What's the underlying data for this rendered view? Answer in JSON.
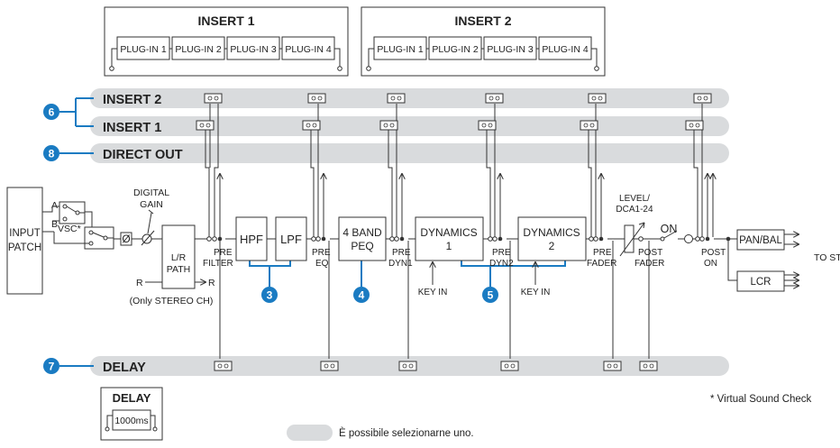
{
  "insert_boxes": [
    {
      "title": "INSERT 1",
      "plugins": [
        "PLUG-IN 1",
        "PLUG-IN 2",
        "PLUG-IN 3",
        "PLUG-IN 4"
      ]
    },
    {
      "title": "INSERT 2",
      "plugins": [
        "PLUG-IN 1",
        "PLUG-IN 2",
        "PLUG-IN 3",
        "PLUG-IN 4"
      ]
    }
  ],
  "buses": {
    "insert2": "INSERT 2",
    "insert1": "INSERT 1",
    "direct_out": "DIRECT OUT",
    "delay": "DELAY"
  },
  "callouts": {
    "c6": "6",
    "c8": "8",
    "c7": "7",
    "c3": "3",
    "c4": "4",
    "c5": "5"
  },
  "input": {
    "patch": [
      "INPUT",
      "PATCH"
    ],
    "vsc": "VSC*",
    "a": "A",
    "b": "B",
    "digital_gain": [
      "DIGITAL",
      "GAIN"
    ],
    "phase": "Ø"
  },
  "lr_path": {
    "label": [
      "L/R",
      "PATH"
    ],
    "r_in": "R",
    "r_out": "R",
    "note": "(Only STEREO CH)"
  },
  "blocks": {
    "hpf": "HPF",
    "lpf": "LPF",
    "peq": [
      "4 BAND",
      "PEQ"
    ],
    "dyn1": [
      "DYNAMICS",
      "1"
    ],
    "dyn2": [
      "DYNAMICS",
      "2"
    ]
  },
  "points": {
    "pre_filter": [
      "PRE",
      "FILTER"
    ],
    "pre_eq": [
      "PRE",
      "EQ"
    ],
    "pre_dyn1": [
      "PRE",
      "DYN1"
    ],
    "pre_dyn2": [
      "PRE",
      "DYN2"
    ],
    "pre_fader": [
      "PRE",
      "FADER"
    ],
    "post_fader": [
      "POST",
      "FADER"
    ],
    "post_on": [
      "POST",
      "ON"
    ]
  },
  "key_in": "KEY IN",
  "level": [
    "LEVEL/",
    "DCA1-24"
  ],
  "on": "ON",
  "outputs": {
    "pan_bal": "PAN/BAL",
    "lcr": "LCR",
    "to_st": "TO ST"
  },
  "delay_box": {
    "title": "DELAY",
    "value": "1000ms"
  },
  "footnote": "* Virtual Sound Check",
  "legend": "È possibile selezionarne uno.",
  "colors": {
    "bus": "#d9dbdd",
    "accent": "#1a7bc2",
    "line": "#333333"
  }
}
